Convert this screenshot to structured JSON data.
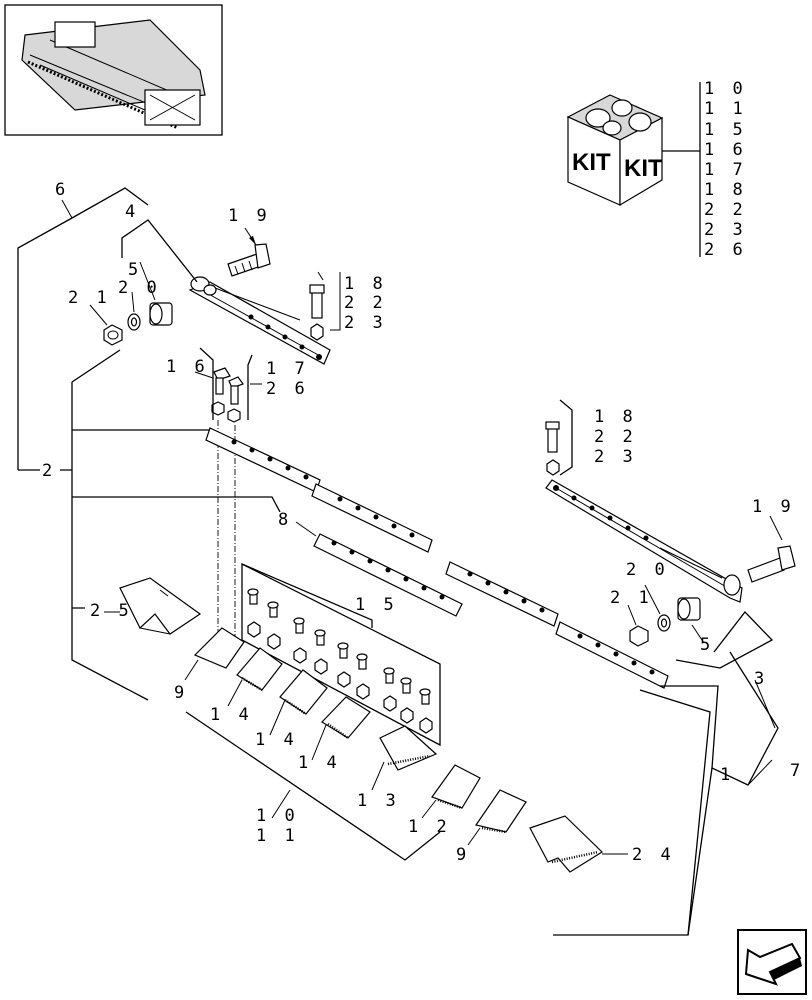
{
  "kit_label": "KIT",
  "kit_items": [
    "1 0",
    "1 1",
    "1 5",
    "1 6",
    "1 7",
    "1 8",
    "2 2",
    "2 3",
    "2 6"
  ],
  "callouts": {
    "c1": "1",
    "c2": "2",
    "c3": "3",
    "c4": "4",
    "c5a": "5",
    "c5b": "5",
    "c6": "6",
    "c7": "7",
    "c8": "8",
    "c9a": "9",
    "c9b": "9",
    "c10": "1 0",
    "c11": "1 1",
    "c12": "1 2",
    "c13": "1 3",
    "c14a": "1 4",
    "c14b": "1 4",
    "c14c": "1 4",
    "c15": "1 5",
    "c16": "1 6",
    "c17": "1 7",
    "c18a": "1 8",
    "c18b": "1 8",
    "c19a": "1 9",
    "c19b": "1 9",
    "c20a": "2 0",
    "c20b": "2 0",
    "c21a": "2 1",
    "c21b": "2 1",
    "c22a": "2 2",
    "c22b": "2 2",
    "c23a": "2 3",
    "c23b": "2 3",
    "c24": "2 4",
    "c25": "2 5",
    "c26": "2 6"
  }
}
